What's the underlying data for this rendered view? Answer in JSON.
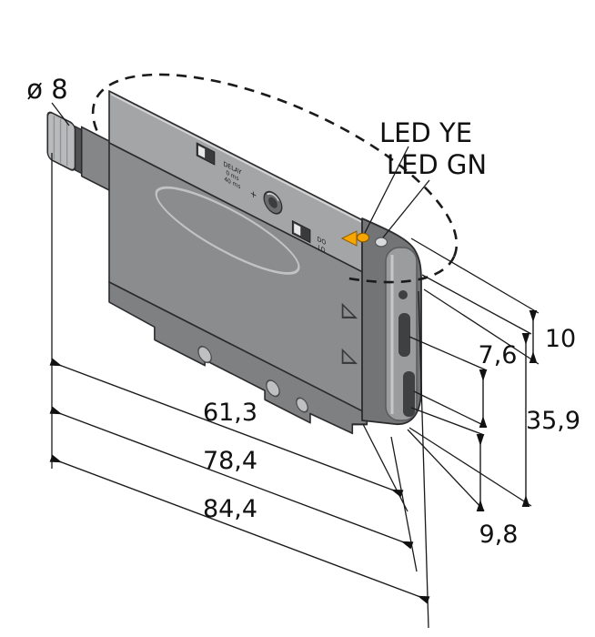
{
  "figure": {
    "kind": "sensor-dimension-drawing",
    "units_note": "dimensions use comma decimal separator"
  },
  "annotations": {
    "diameter": "ø 8",
    "led_yellow": "LED YE",
    "led_green": "LED GN"
  },
  "dims": {
    "top_width": "10",
    "slot_pitch": "7,6",
    "end_height": "35,9",
    "slot_offset": "9,8",
    "body_length": "61,3",
    "mid_length": "78,4",
    "overall_length": "84,4"
  },
  "markings": {
    "delay": "DELAY",
    "delay_0": "0 ms",
    "delay_40": "40 ms",
    "plus": "+",
    "dark_operate": "DO",
    "light_operate": "LO"
  },
  "colors": {
    "background": "#ffffff",
    "outline": "#1a1a1a",
    "body_top": "#a4a5a7",
    "body_side": "#8b8c8e",
    "bracket": "#7f8082",
    "clamp": "#737476",
    "led_yellow": "#f7a600",
    "led_green_lens": "#d9dadb"
  }
}
